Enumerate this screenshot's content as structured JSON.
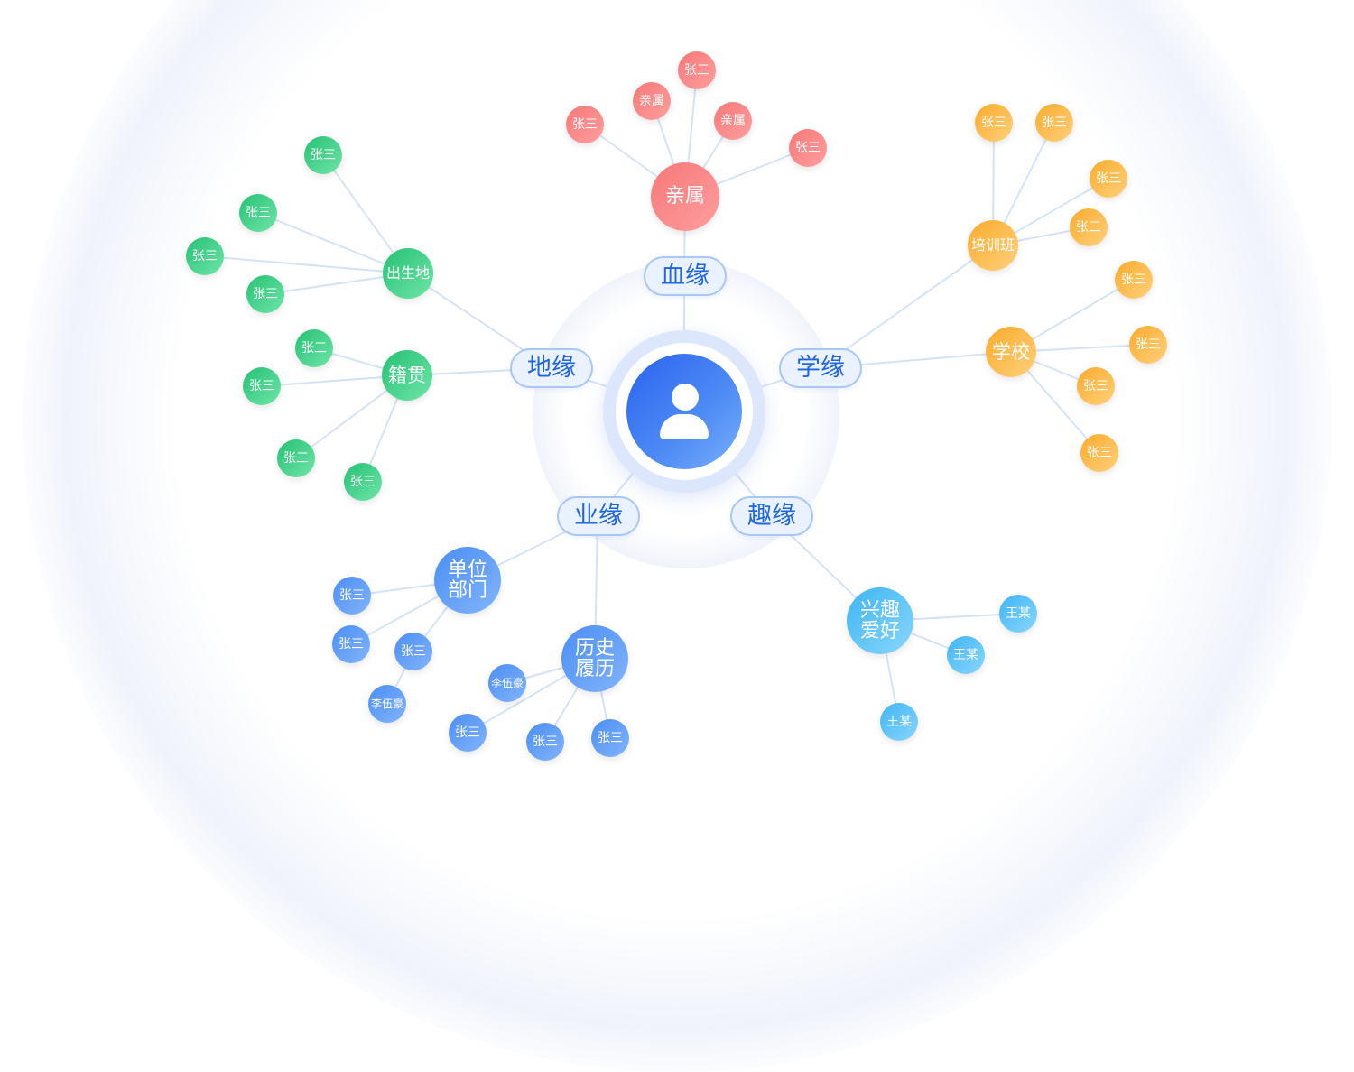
{
  "center": {
    "icon": "user-icon"
  },
  "colors": {
    "kinship": "#f87a7a",
    "native_place": "#2fca7c",
    "school": "#f9b33b",
    "work": "#4f8ef4",
    "hobby": "#4dbef7",
    "category_text": "#1f66e0"
  },
  "categories": {
    "kinship": "血缘",
    "native_place": "地缘",
    "school": "学缘",
    "work": "业缘",
    "hobby": "趣缘"
  },
  "groups": {
    "kinship": {
      "label": "亲属",
      "leaves": [
        "张三",
        "亲属",
        "张三",
        "亲属",
        "张三"
      ]
    },
    "birthplace": {
      "label": "出生地",
      "leaves": [
        "张三",
        "张三",
        "张三",
        "张三"
      ]
    },
    "ancestral_home": {
      "label": "籍贯",
      "leaves": [
        "张三",
        "张三",
        "张三",
        "张三"
      ]
    },
    "training_class": {
      "label": "培训班",
      "leaves": [
        "张三",
        "张三",
        "张三",
        "张三"
      ]
    },
    "school": {
      "label": "学校",
      "leaves": [
        "张三",
        "张三",
        "张三",
        "张三"
      ]
    },
    "department": {
      "label": "单位部门",
      "leaves": [
        "张三",
        "张三",
        "张三",
        "李伍豪"
      ]
    },
    "history": {
      "label": "历史履历",
      "leaves": [
        "李伍豪",
        "张三",
        "张三",
        "张三"
      ]
    },
    "hobby": {
      "label": "兴趣爱好",
      "leaves": [
        "王某",
        "王某",
        "王某"
      ]
    }
  }
}
